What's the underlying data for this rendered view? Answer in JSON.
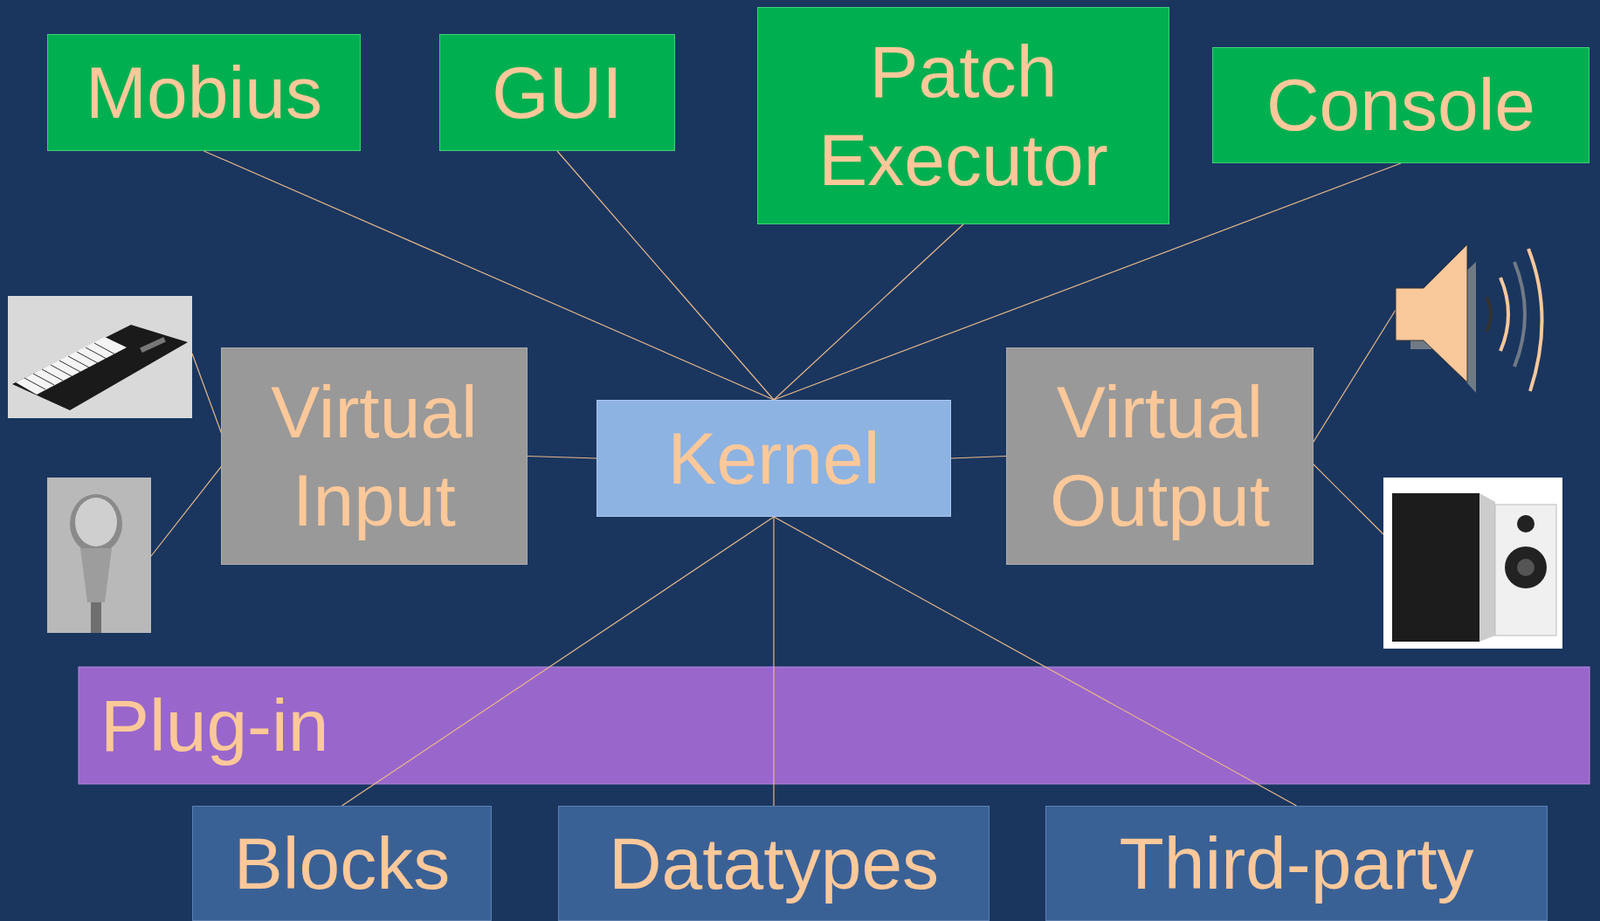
{
  "diagram": {
    "nodes": [
      {
        "text": [
          "Mobius"
        ]
      },
      {
        "text": [
          "GUI"
        ]
      },
      {
        "text": [
          "Patch Executor"
        ]
      },
      {
        "text": [
          "Console"
        ]
      },
      {
        "text": [
          "Virtual Input"
        ]
      },
      {
        "text": [
          "Kernel"
        ]
      },
      {
        "text": [
          "Virtual Output"
        ]
      },
      {
        "text": [
          "Plug-in"
        ]
      },
      {
        "text": [
          "Blocks"
        ]
      },
      {
        "text": [
          "Datatypes"
        ]
      },
      {
        "text": [
          "Third-party"
        ]
      }
    ],
    "edges": [
      {
        "from": 0,
        "to": 5,
        "arrow": "none"
      },
      {
        "from": 1,
        "to": 5,
        "arrow": "none"
      },
      {
        "from": 2,
        "to": 5,
        "arrow": "none"
      },
      {
        "from": 3,
        "to": 5,
        "arrow": "none"
      },
      {
        "from": 4,
        "to": 5,
        "arrow": "none"
      },
      {
        "from": 5,
        "to": 6,
        "arrow": "none"
      },
      {
        "from": 5,
        "to": 8,
        "arrow": "none"
      },
      {
        "from": 5,
        "to": 9,
        "arrow": "none"
      },
      {
        "from": 5,
        "to": 10,
        "arrow": "none"
      }
    ]
  }
}
